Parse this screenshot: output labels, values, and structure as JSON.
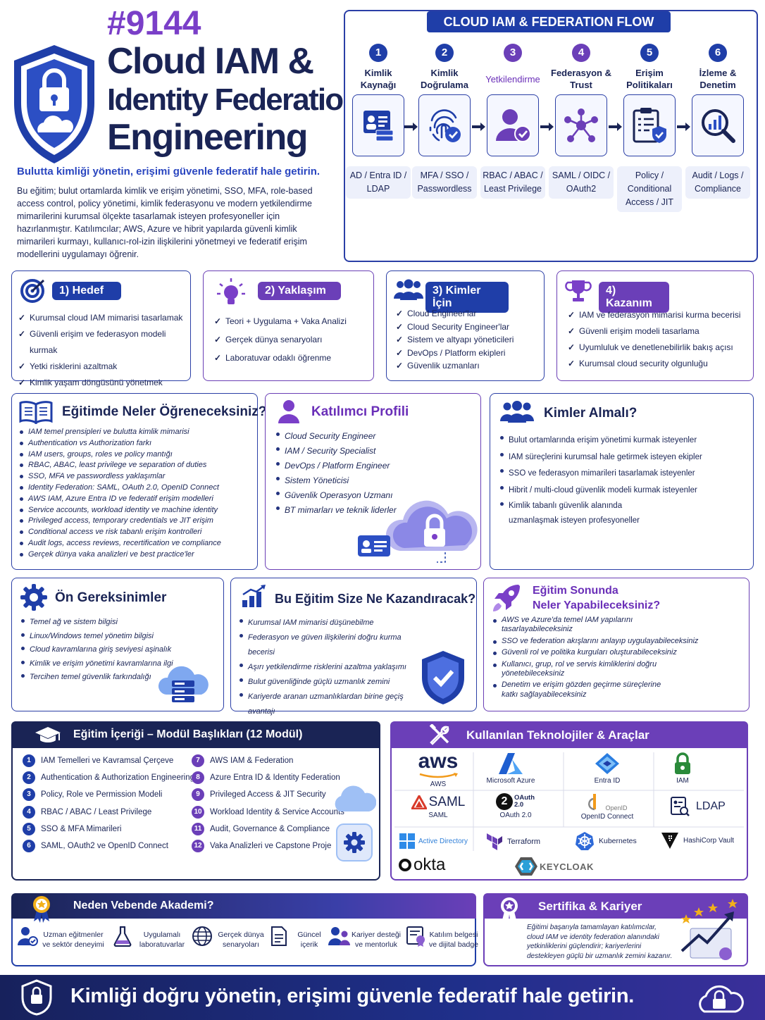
{
  "header": {
    "number": "#9144",
    "title_line1": "Cloud IAM &",
    "title_line2": "Identity Federation",
    "title_line3": "Engineering",
    "tagline": "Bulutta kimliği yönetin, erişimi güvenle federatif hale getirin.",
    "intro": "Bu eğitim; bulut ortamlarda kimlik ve erişim yönetimi, SSO, MFA, role-based access control, policy yönetimi, kimlik federasyonu ve modern yetkilendirme mimarilerini kurumsal ölçekte tasarlamak isteyen profesyoneller için hazırlanmıştır. Katılımcılar; AWS, Azure ve hibrit yapılarda güvenli kimlik mimarileri kurmayı, kullanıcı-rol-izin ilişkilerini yönetmeyi ve federatif erişim modellerini uygulamayı öğrenir."
  },
  "flow": {
    "title": "CLOUD IAM & FEDERATION FLOW",
    "steps": [
      {
        "num": "1",
        "label": "Kimlik Kaynağı",
        "sub": "AD / Entra ID / LDAP",
        "icon": "identity-card-icon",
        "color": "#1f3ea8"
      },
      {
        "num": "2",
        "label": "Kimlik Doğrulama",
        "sub": "MFA / SSO / Passwordless",
        "icon": "fingerprint-icon",
        "color": "#1f3ea8"
      },
      {
        "num": "3",
        "label": "Yetkilendirme",
        "sub": "RBAC / ABAC / Least Privilege",
        "icon": "user-check-icon",
        "color": "#6b3fb8"
      },
      {
        "num": "4",
        "label": "Federasyon & Trust",
        "sub": "SAML / OIDC / OAuth2",
        "icon": "network-nodes-icon",
        "color": "#6b3fb8"
      },
      {
        "num": "5",
        "label": "Erişim Politikaları",
        "sub": "Policy / Conditional Access / JIT",
        "icon": "clipboard-shield-icon",
        "color": "#1f3ea8"
      },
      {
        "num": "6",
        "label": "İzleme & Denetim",
        "sub": "Audit / Logs / Compliance",
        "icon": "magnifier-chart-icon",
        "color": "#1f3ea8"
      }
    ]
  },
  "cards_top": [
    {
      "title": "1) Hedef",
      "icon": "target-icon",
      "items": [
        "Kurumsal cloud IAM mimarisi tasarlamak",
        "Güvenli erişim ve federasyon modeli kurmak",
        "Yetki risklerini azaltmak",
        "Kimlik yaşam döngüsünü yönetmek"
      ]
    },
    {
      "title": "2) Yaklaşım",
      "icon": "lightbulb-icon",
      "items": [
        "Teori + Uygulama + Vaka Analizi",
        "Gerçek dünya senaryoları",
        "Laboratuvar odaklı öğrenme"
      ]
    },
    {
      "title": "3) Kimler İçin",
      "icon": "users-icon",
      "items": [
        "Cloud Engineer'lar",
        "Cloud Security Engineer'lar",
        "Sistem ve altyapı yöneticileri",
        "DevOps / Platform ekipleri",
        "Güvenlik uzmanları"
      ]
    },
    {
      "title": "4) Kazanım",
      "icon": "trophy-icon",
      "items": [
        "IAM ve federasyon mimarisi kurma becerisi",
        "Güvenli erişim modeli tasarlama",
        "Uyumluluk ve denetlenebilirlik bakış açısı",
        "Kurumsal cloud security olgunluğu"
      ]
    }
  ],
  "learn": {
    "title": "Eğitimde Neler Öğreneceksiniz?",
    "items": [
      "IAM temel prensipleri ve bulutta kimlik mimarisi",
      "Authentication vs Authorization farkı",
      "IAM users, groups, roles ve policy mantığı",
      "RBAC, ABAC, least privilege ve separation of duties",
      "SSO, MFA ve passwordless yaklaşımlar",
      "Identity Federation: SAML, OAuth 2.0, OpenID Connect",
      "AWS IAM, Azure Entra ID ve federatif erişim modelleri",
      "Service accounts, workload identity ve machine identity",
      "Privileged access, temporary credentials ve JIT erişim",
      "Conditional access ve risk tabanlı erişim kontrolleri",
      "Audit logs, access reviews, recertification ve compliance",
      "Gerçek dünya vaka analizleri ve best practice'ler"
    ]
  },
  "profile": {
    "title": "Katılımcı Profili",
    "items": [
      "Cloud Security Engineer",
      "IAM / Security Specialist",
      "DevOps / Platform Engineer",
      "Sistem Yöneticisi",
      "Güvenlik Operasyon Uzmanı",
      "BT mimarları ve teknik liderler"
    ]
  },
  "who": {
    "title": "Kimler Almalı?",
    "items": [
      "Bulut ortamlarında erişim yönetimi kurmak isteyenler",
      "IAM süreçlerini kurumsal hale getirmek isteyen ekipler",
      "SSO ve federasyon mimarileri tasarlamak isteyenler",
      "Hibrit / multi-cloud güvenlik modeli kurmak isteyenler",
      "Kimlik tabanlı güvenlik alanında uzmanlaşmak isteyen profesyoneller"
    ]
  },
  "prereq": {
    "title": "Ön Gereksinimler",
    "items": [
      "Temel ağ ve sistem bilgisi",
      "Linux/Windows temel yönetim bilgisi",
      "Cloud kavramlarına giriş seviyesi aşinalık",
      "Kimlik ve erişim yönetimi kavramlarına ilgi",
      "Tercihen temel güvenlik farkındalığı"
    ]
  },
  "gain": {
    "title": "Bu Eğitim Size Ne Kazandıracak?",
    "items": [
      "Kurumsal IAM mimarisi düşünebilme",
      "Federasyon ve güven ilişkilerini doğru kurma becerisi",
      "Aşırı yetkilendirme risklerini azaltma yaklaşımı",
      "Bulut güvenliğinde güçlü uzmanlık zemini",
      "Kariyerde aranan uzmanlıklardan birine geçiş avantajı"
    ]
  },
  "end": {
    "title_line1": "Eğitim Sonunda",
    "title_line2": "Neler Yapabileceksiniz?",
    "items": [
      "AWS ve Azure'da temel IAM yapılarını tasarlayabileceksiniz",
      "SSO ve federation akışlarını anlayıp uygulayabileceksiniz",
      "Güvenli rol ve politika kurguları oluşturabileceksiniz",
      "Kullanıcı, grup, rol ve servis kimliklerini doğru yönetebileceksiniz",
      "Denetim ve erişim gözden geçirme süreçlerine katkı sağlayabileceksiniz"
    ]
  },
  "modules": {
    "title": "Eğitim İçeriği – Modül Başlıkları (12 Modül)",
    "items": [
      {
        "n": "1",
        "t": "IAM Temelleri ve Kavramsal Çerçeve"
      },
      {
        "n": "2",
        "t": "Authentication & Authorization Engineering"
      },
      {
        "n": "3",
        "t": "Policy, Role ve Permission Modeli"
      },
      {
        "n": "4",
        "t": "RBAC / ABAC / Least Privilege"
      },
      {
        "n": "5",
        "t": "SSO & MFA Mimarileri"
      },
      {
        "n": "6",
        "t": "SAML, OAuth2 ve OpenID Connect"
      },
      {
        "n": "7",
        "t": "AWS IAM & Federation"
      },
      {
        "n": "8",
        "t": "Azure Entra ID & Identity Federation"
      },
      {
        "n": "9",
        "t": "Privileged Access & JIT Security"
      },
      {
        "n": "10",
        "t": "Workload Identity & Service Accounts"
      },
      {
        "n": "11",
        "t": "Audit, Governance & Compliance"
      },
      {
        "n": "12",
        "t": "Vaka Analizleri ve Capstone Proje"
      }
    ]
  },
  "tech": {
    "title": "Kullanılan Teknolojiler & Araçlar",
    "items": [
      {
        "logo": "aws",
        "name": "AWS"
      },
      {
        "logo": "",
        "name": "Microsoft Azure"
      },
      {
        "logo": "",
        "name": "Entra ID"
      },
      {
        "logo": "",
        "name": "IAM"
      },
      {
        "logo": "SAML",
        "name": "SAML"
      },
      {
        "logo": "OAuth 2.0",
        "name": "OAuth 2.0"
      },
      {
        "logo": "OpenID",
        "name": "OpenID Connect"
      },
      {
        "logo": "LDAP",
        "name": ""
      },
      {
        "logo": "Active Directory",
        "name": ""
      },
      {
        "logo": "Terraform",
        "name": ""
      },
      {
        "logo": "Kubernetes",
        "name": ""
      },
      {
        "logo": "HashiCorp Vault",
        "name": ""
      },
      {
        "logo": "okta",
        "name": ""
      },
      {
        "logo": "KEYCLOAK",
        "name": ""
      }
    ]
  },
  "why": {
    "title": "Neden Vebende Akademi?",
    "items": [
      {
        "t": "Uzman eğitmenler ve sektör deneyimi",
        "icon": "expert-icon"
      },
      {
        "t": "Uygulamalı laboratuvarlar",
        "icon": "flask-icon"
      },
      {
        "t": "Gerçek dünya senaryoları",
        "icon": "globe-icon"
      },
      {
        "t": "Güncel içerik",
        "icon": "document-icon"
      },
      {
        "t": "Kariyer desteği ve mentorluk",
        "icon": "mentor-icon"
      },
      {
        "t": "Katılım belgesi ve dijital badge",
        "icon": "certificate-icon"
      }
    ]
  },
  "cert": {
    "title": "Sertifika & Kariyer",
    "text": "Eğitimi başarıyla tamamlayan katılımcılar, cloud IAM ve identity federation alanındaki yetkinliklerini güçlendirir; kariyerlerini destekleyen güçlü bir uzmanlık zemini kazanır."
  },
  "footer": {
    "text": "Kimliği doğru yönetin, erişimi güvenle federatif hale getirin."
  },
  "colors": {
    "navy": "#1a2455",
    "blue": "#1f3ea8",
    "purple": "#6b3fb8",
    "purple_text": "#6a2fb8"
  }
}
